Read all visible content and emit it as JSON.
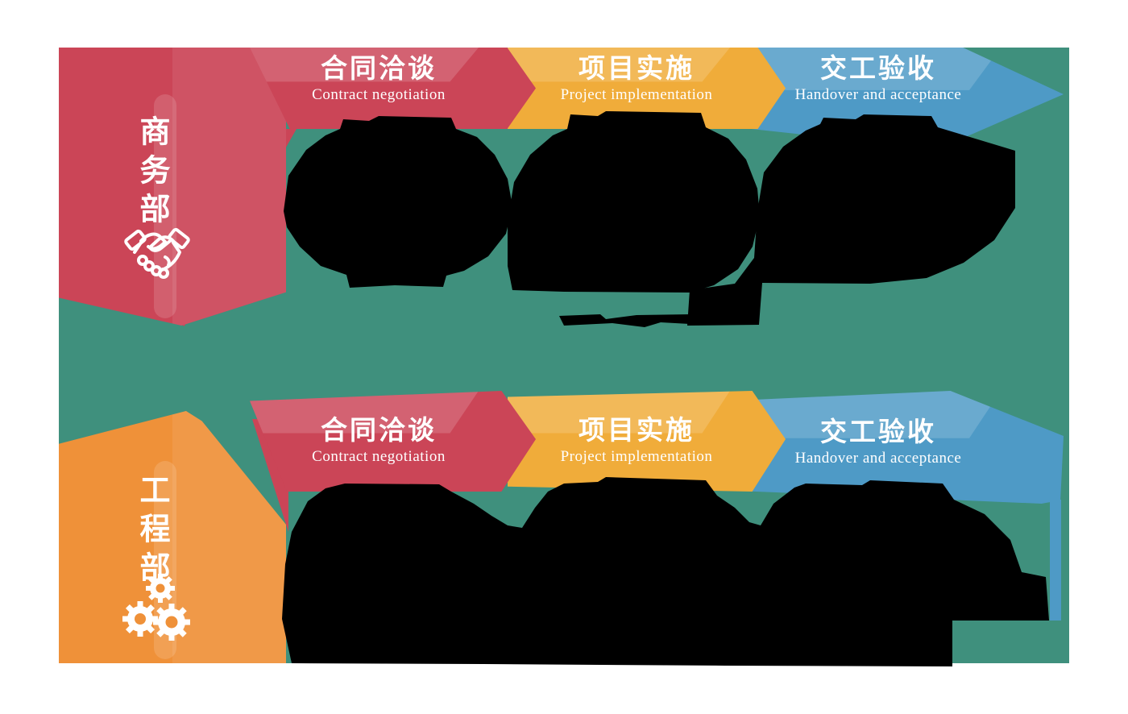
{
  "diagram": {
    "description_visible_text_only": true,
    "colors": {
      "background": "#FFFFFF",
      "stage_teal": "#3F907D",
      "red": "#CB4557",
      "yellow": "#F0AC3A",
      "blue": "#4E9AC6",
      "orange": "#EF9139",
      "text": "#FFFFFF",
      "redacted": "#000000"
    },
    "departments": [
      {
        "label": "商务部",
        "icon": "handshake-icon"
      },
      {
        "label": "工程部",
        "icon": "gears-icon"
      }
    ],
    "rows": [
      {
        "department": "商务部",
        "stages": [
          {
            "title": "合同洽谈",
            "subtitle": "Contract negotiation"
          },
          {
            "title": "项目实施",
            "subtitle": "Project implementation"
          },
          {
            "title": "交工验收",
            "subtitle": "Handover and acceptance"
          }
        ]
      },
      {
        "department": "工程部",
        "stages": [
          {
            "title": "合同洽谈",
            "subtitle": "Contract negotiation"
          },
          {
            "title": "项目实施",
            "subtitle": "Project implementation"
          },
          {
            "title": "交工验收",
            "subtitle": "Handover and acceptance"
          }
        ]
      }
    ]
  }
}
